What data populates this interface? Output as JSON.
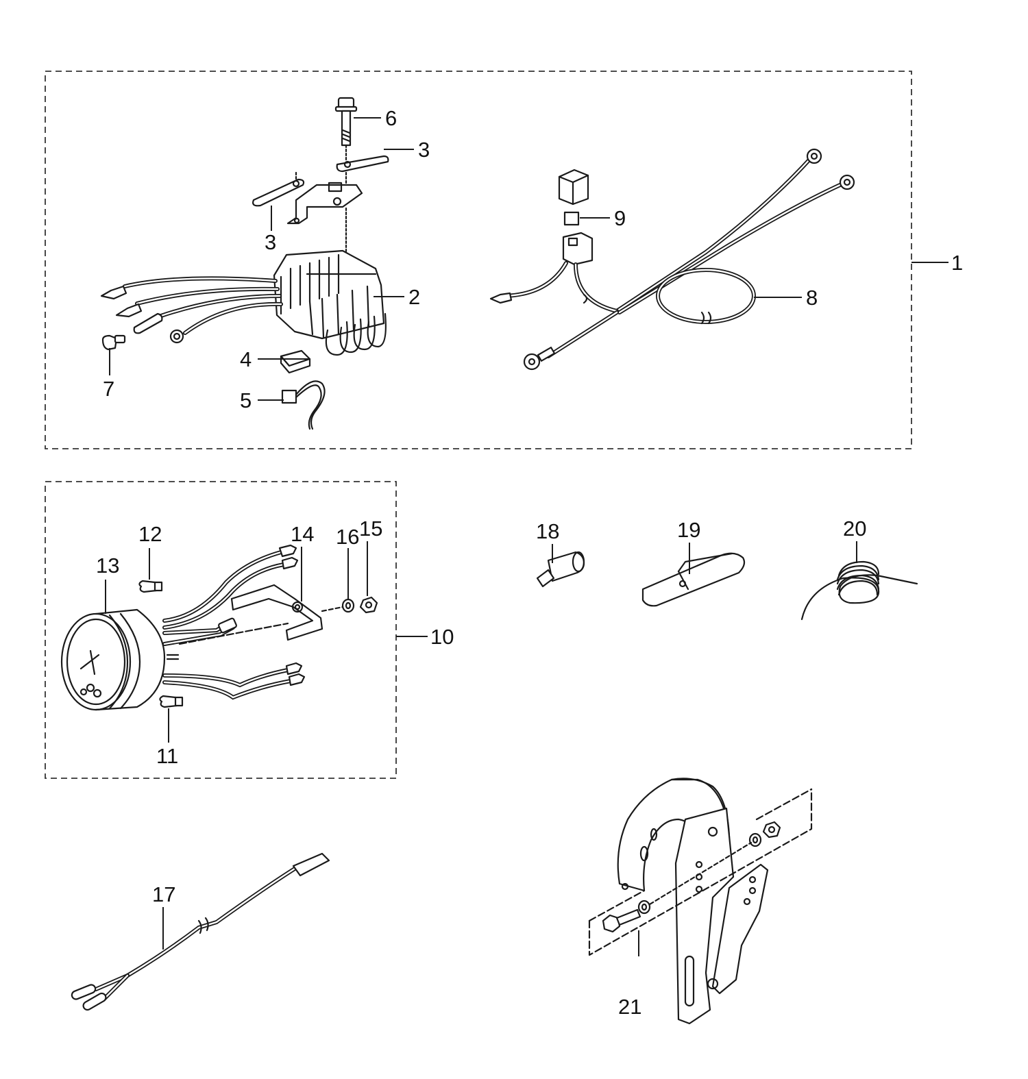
{
  "colors": {
    "line": "#1a1a1a",
    "background": "#ffffff",
    "box": "#333333"
  },
  "callouts": {
    "c1": "1",
    "c2": "2",
    "c3a": "3",
    "c3b": "3",
    "c4": "4",
    "c5": "5",
    "c6": "6",
    "c7": "7",
    "c8": "8",
    "c9": "9",
    "c10": "10",
    "c11": "11",
    "c12": "12",
    "c13": "13",
    "c14": "14",
    "c15": "15",
    "c16": "16",
    "c17": "17",
    "c18": "18",
    "c19": "19",
    "c20": "20",
    "c21": "21"
  }
}
